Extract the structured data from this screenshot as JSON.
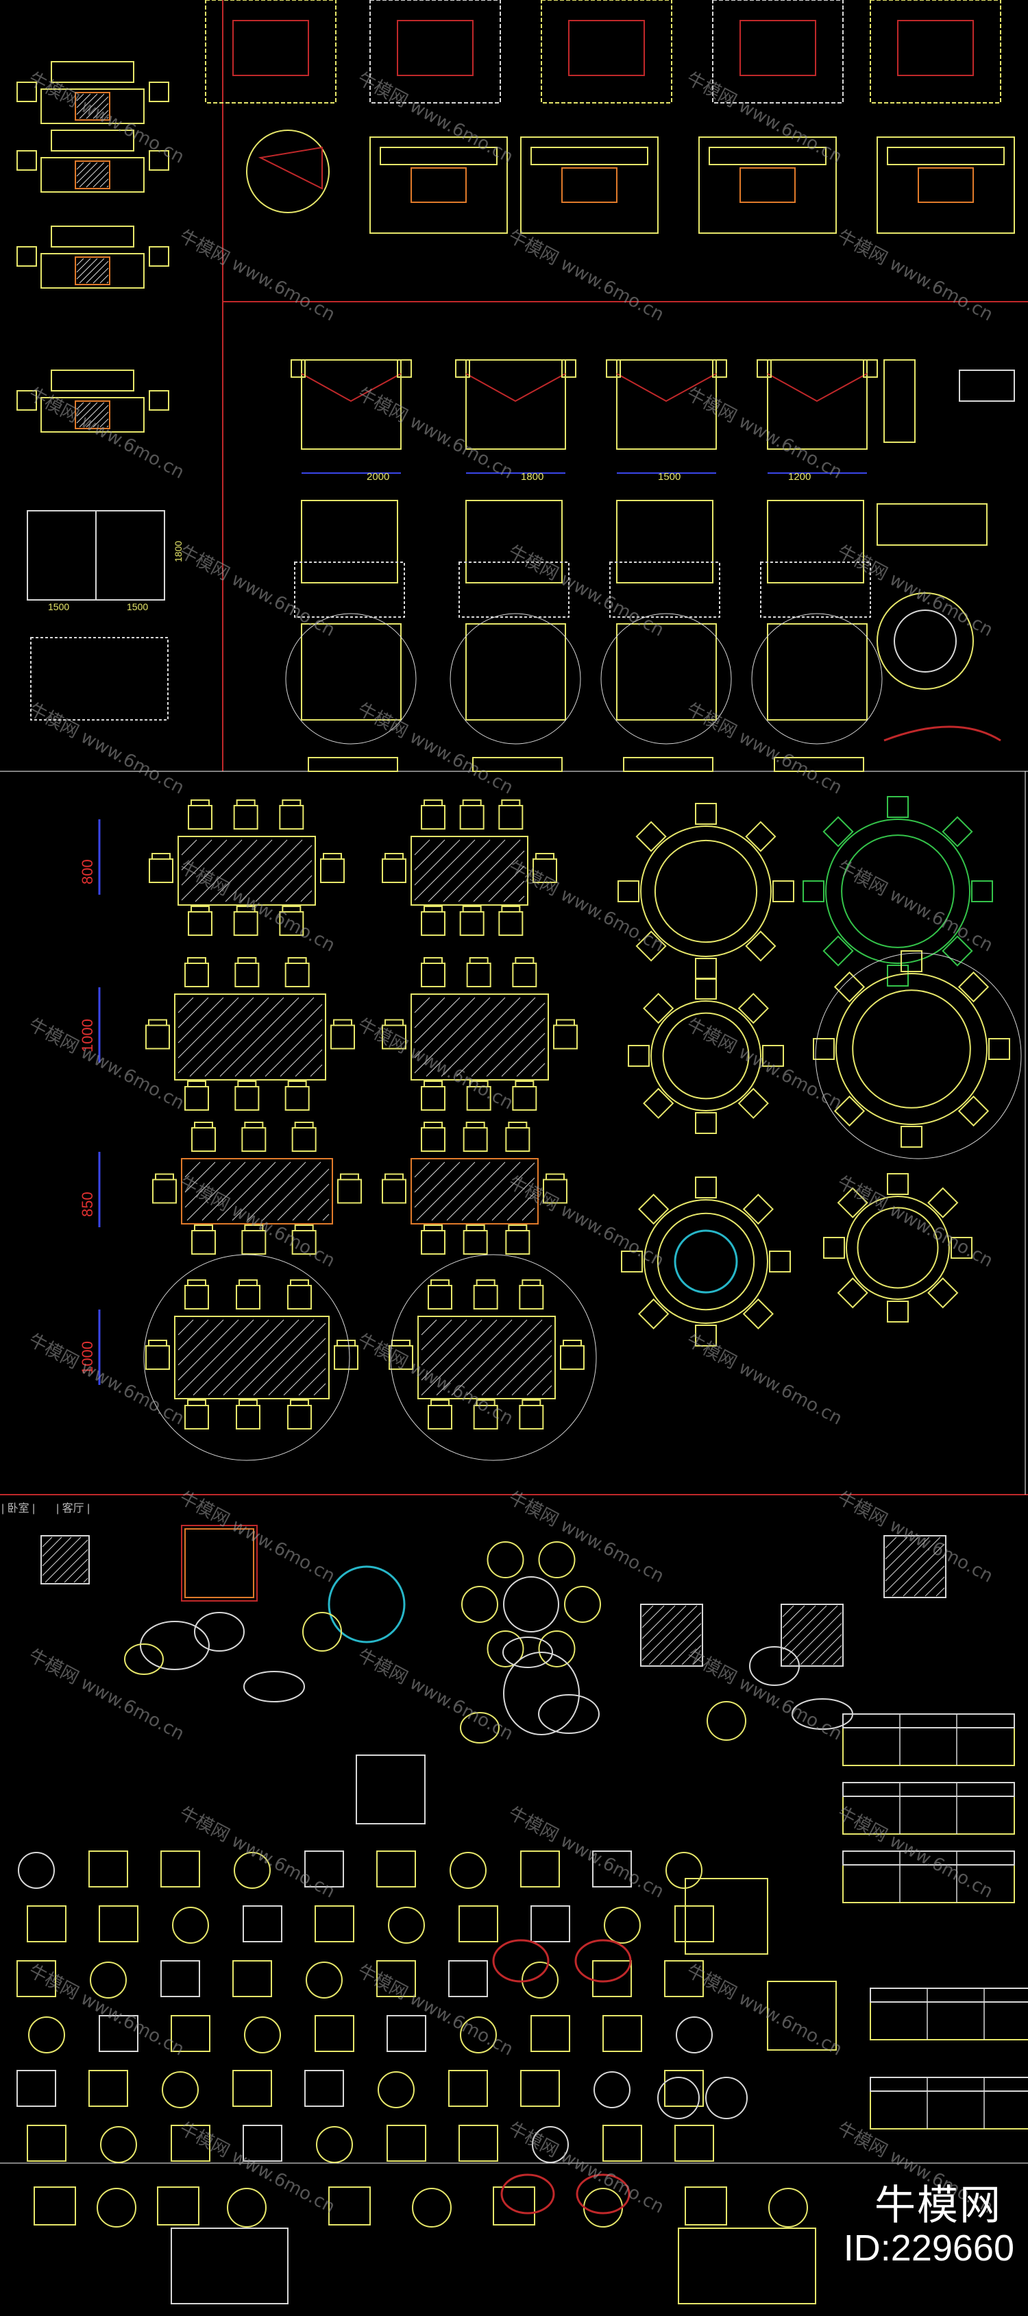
{
  "colors": {
    "yellow": "#e6e66a",
    "white": "#d8d8d8",
    "red": "#c0282a",
    "orange": "#e07a2a",
    "blue": "#3a46e8",
    "green": "#34c34a",
    "cyan": "#27b6c8",
    "watermark": "#9a9a9a"
  },
  "dimensions": {
    "bed_widths": [
      "2000",
      "1800",
      "1500",
      "1200"
    ],
    "table_depths": [
      "800",
      "1000",
      "850",
      "1000"
    ],
    "small_bed_h": "1800",
    "small_bed_w": [
      "1500",
      "1500"
    ]
  },
  "watermarks": [
    "牛模网",
    "www.6mo.cn"
  ],
  "brand": {
    "name": "牛模网",
    "id": "ID:229660"
  },
  "section_labels": [
    "| 卧室 |",
    "| 客厅 |"
  ]
}
